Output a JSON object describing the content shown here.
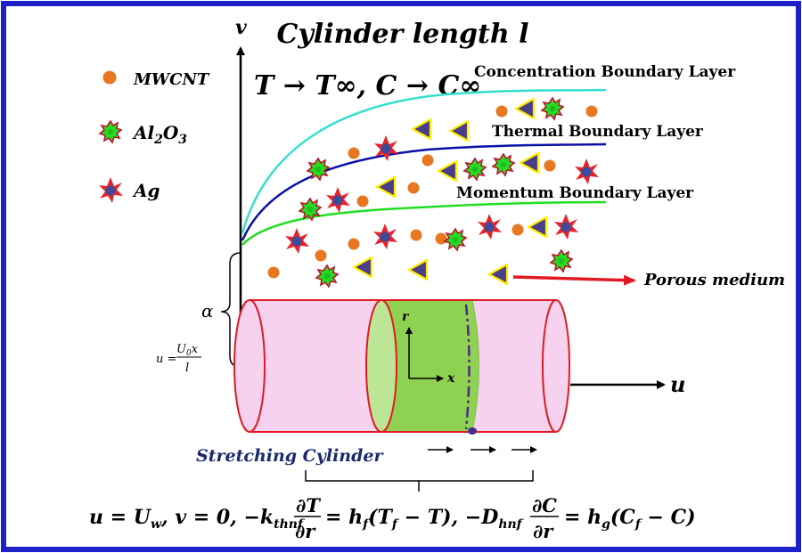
{
  "title": "Cylinder length l",
  "axis": {
    "vertical": "v",
    "horizontal": "u",
    "cyl_r": "r",
    "cyl_x": "x"
  },
  "far_field": "T → T∞, C → C∞",
  "layers": {
    "concentration": "Concentration Boundary Layer",
    "thermal": "Thermal Boundary Layer",
    "momentum": "Momentum Boundary Layer"
  },
  "legend": [
    {
      "label": "MWCNT",
      "symbol": "circle",
      "color": "#e87722"
    },
    {
      "label": "Al2O3",
      "symbol": "spiky-blob",
      "color": "#22dd22"
    },
    {
      "label": "Ag",
      "symbol": "star",
      "color": "#e6232a"
    }
  ],
  "porous_label": "Porous medium",
  "alpha": "α",
  "velocity_condition": "u = U0x / l",
  "cylinder_label": "Stretching Cylinder",
  "boundary_condition": "u = Uw, v = 0, −k_thnf ∂T/∂r = h_f(T_f − T), −D_hnf ∂C/∂r = h_g(C_f − C)",
  "colors": {
    "frame": "#1e21c8",
    "concentration": "#33e0cc",
    "thermal": "#0a10a8",
    "momentum": "#22dd22",
    "cylinder_fill": "#f6d2ee",
    "cylinder_stroke": "#e01a22",
    "band": "#8fd151",
    "triangle_fill": "#4b3e88",
    "triangle_stroke": "#ffee00",
    "arrow": "#e01a22",
    "cylinder_text": "#1a2a6c"
  }
}
